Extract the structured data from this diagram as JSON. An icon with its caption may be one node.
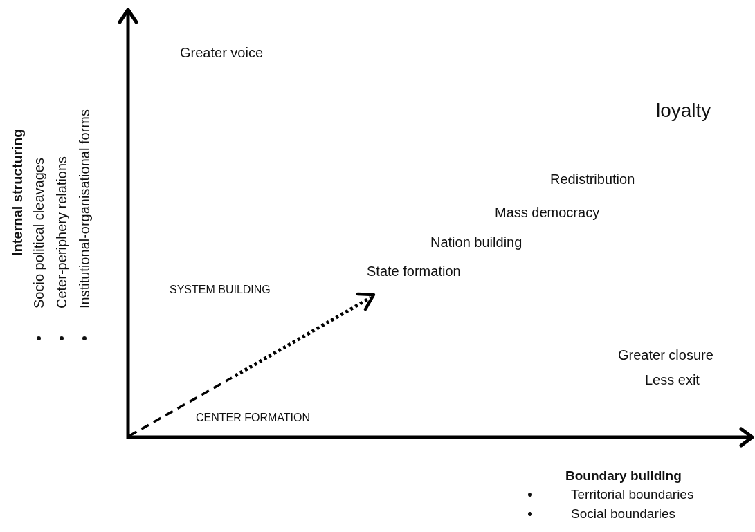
{
  "diagram": {
    "labels": [
      "Greater voice",
      "Internal structuring",
      "Socio political cleavages",
      "Ceter-periphery relations",
      "Institutional-organisational forms",
      "loyalty",
      "Redistribution",
      "Mass democracy",
      "Nation building",
      "State formation",
      "SYSTEM BUILDING",
      "Greater closure",
      "Less exit",
      "CENTER FORMATION",
      "Boundary building",
      "Territorial boundaries",
      "Social boundaries"
    ]
  }
}
